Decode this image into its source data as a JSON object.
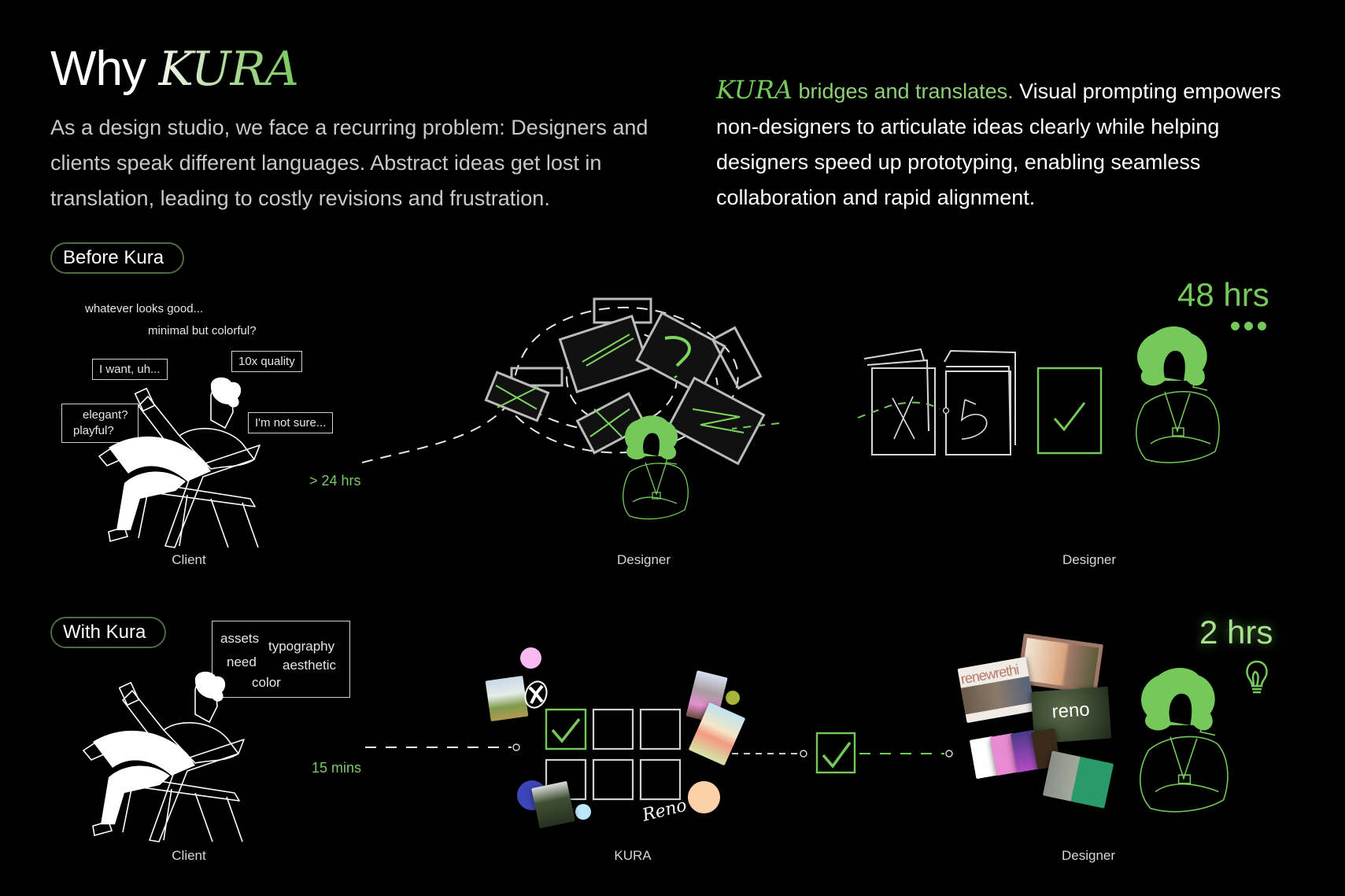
{
  "header": {
    "title_prefix": "Why",
    "title_brand": "KURA"
  },
  "intro": {
    "text": "As a design studio, we face a recurring problem: Designers and clients speak different languages. Abstract ideas get lost in translation, leading to costly revisions and frustration."
  },
  "pitch": {
    "brand": "KURA",
    "highlight": " bridges and translates.",
    "text": " Visual prompting empowers non-designers to articulate ideas clearly while helping designers speed up prototyping, enabling seamless collaboration and rapid alignment."
  },
  "colors": {
    "accent": "#75c95a",
    "background": "#000000",
    "pill_border": "#4f6b40"
  },
  "before": {
    "label": "Before Kura",
    "bubbles": {
      "whatever": "whatever looks good...",
      "minimal": "minimal but colorful?",
      "want": "I want, uh...",
      "quality": "10x quality",
      "elegant": "elegant?",
      "playful": "playful?",
      "notsure": "I'm not sure..."
    },
    "time_client": "> 24 hrs",
    "time_total": "48 hrs",
    "captions": [
      "Client",
      "Designer",
      "Designer"
    ]
  },
  "with": {
    "label": "With Kura",
    "keywords": {
      "assets": "assets",
      "typography": "typography",
      "need": "need",
      "aesthetic": "aesthetic",
      "color": "color"
    },
    "time_client": "15 mins",
    "time_total": "2 hrs",
    "moodboard_word": "Reno",
    "mockup_words": [
      "renewrethi",
      "reno"
    ],
    "captions": [
      "Client",
      "KURA",
      "Designer"
    ]
  },
  "icons": [
    "chair-person-icon",
    "designer-woman-icon",
    "sketch-frame-icon",
    "checkmark-icon",
    "lightbulb-icon",
    "ellipsis-dots-icon"
  ]
}
